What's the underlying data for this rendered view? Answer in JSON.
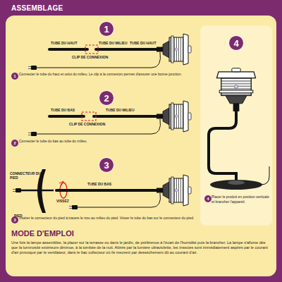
{
  "diagram": {
    "title": "ASSEMBLAGE",
    "nodes": [
      {
        "text": [
          "1"
        ]
      },
      {
        "text": [
          "2"
        ]
      },
      {
        "text": [
          "3"
        ]
      },
      {
        "text": [
          "4"
        ]
      }
    ],
    "labels": [
      "TUBE DU HAUT",
      "TUBE DU MILIEU",
      "CLIP DE CONNEXION",
      "TUBE DU HAUT",
      "1",
      "Connecter le tube du haut et celui du milieu. Le clip à la connexion permet d'assurer une bonne jonction.",
      "TUBE DU BAS",
      "TUBE DU MILIEU",
      "CLIP DE CONNEXION",
      "2",
      "Connecter le tube du bas au tube du milieu.",
      "CONNECTEUR DU PIED",
      "PIED",
      "VISSEZ",
      "TUBE DU BAS",
      "3",
      "Insérer le connecteur du pied à travers le trou au milieu du pied. Visser le tube du bas sur le connecteur du pied.",
      "4",
      "Placer le produit en position verticale et brancher l'appareil.",
      "MODE D'EMPLOI",
      "Une fois la lampe assemblée, la placer sur la terrasse ou dans le jardin, de préférence à l'écart de l'humidité puis la brancher. La lampe s'allume dès que la luminosité extérieure diminue, à la tombée de la nuit. Attirés par la lumière ultraviolette, les insectes sont immédiatement aspirés par le courant d'air provoqué par le ventilateur, dans le bac collecteur où ils meurent par dessèchement dû au courant d'air."
    ]
  }
}
